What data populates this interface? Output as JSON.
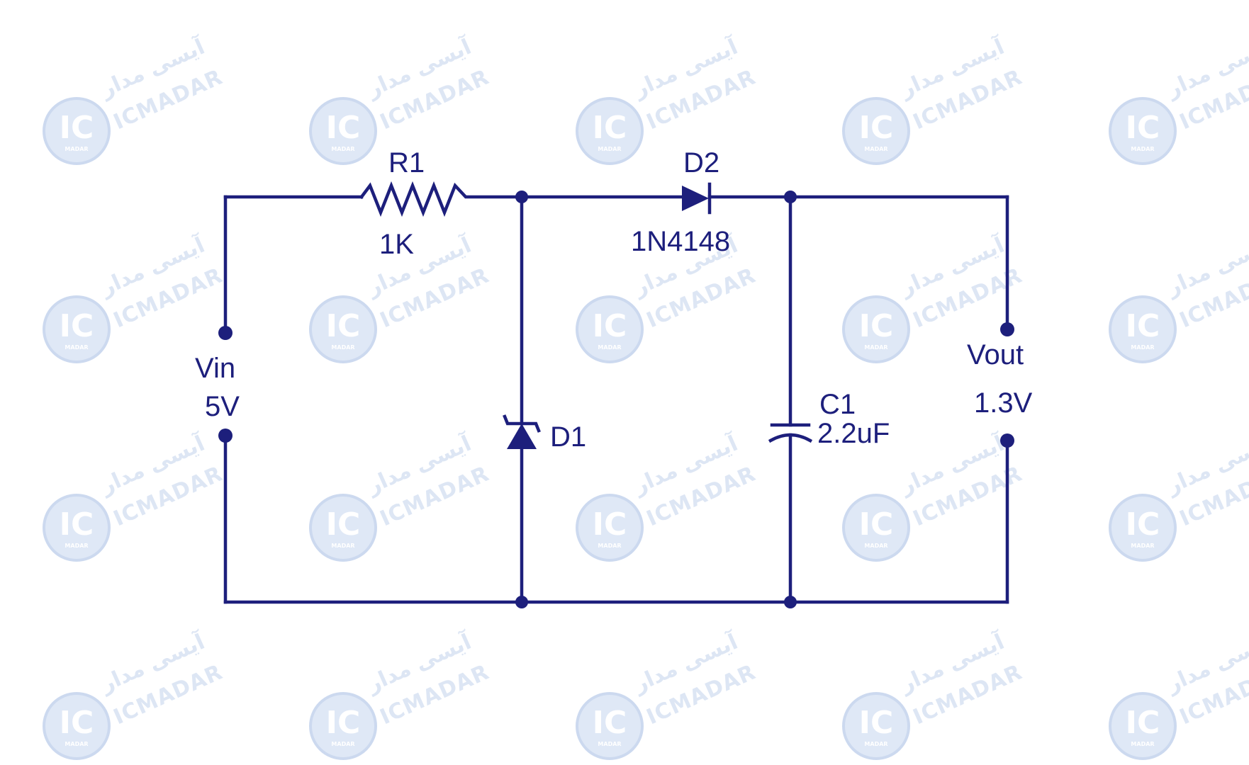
{
  "watermark": {
    "logo_text": "IC",
    "logo_subtext": "MADAR",
    "brand_en": "ICMADAR",
    "brand_fa": "آیسی مدار",
    "color": "#dde6f4"
  },
  "circuit": {
    "wire_color": "#1d1f7c",
    "resistor": {
      "name": "R1",
      "value": "1K"
    },
    "diode": {
      "name": "D2",
      "part": "1N4148"
    },
    "zener": {
      "name": "D1"
    },
    "capacitor": {
      "name": "C1",
      "value": "2.2uF"
    },
    "input": {
      "label": "Vin",
      "value": "5V"
    },
    "output": {
      "label": "Vout",
      "value": "1.3V"
    }
  }
}
